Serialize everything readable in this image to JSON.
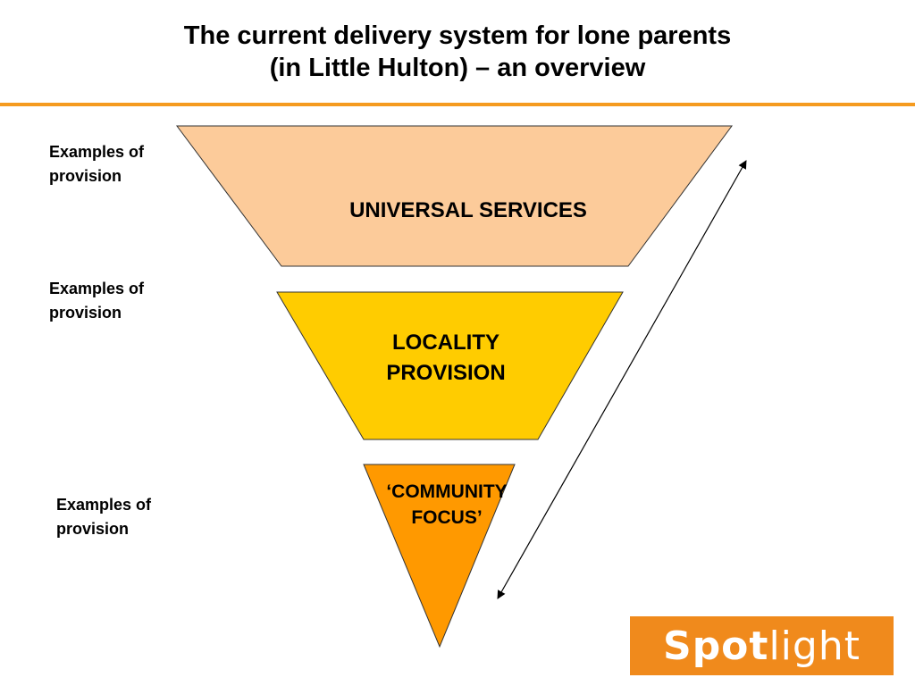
{
  "title": {
    "line1": "The current delivery system for lone parents",
    "line2": "(in Little Hulton) – an overview"
  },
  "side_labels": [
    {
      "line1": "Examples of",
      "line2": "provision"
    },
    {
      "line1": "Examples of",
      "line2": "provision"
    },
    {
      "line1": "Examples of",
      "line2": "provision"
    }
  ],
  "tiers": [
    {
      "line1": "UNIVERSAL SERVICES",
      "color": "#FCCB9A"
    },
    {
      "line1": "LOCALITY",
      "line2": "PROVISION",
      "color": "#FFCC00"
    },
    {
      "line1": "‘COMMUNITY",
      "line2": "FOCUS’",
      "color": "#FF9900"
    }
  ],
  "colors": {
    "accent_rule": "#F59B1F",
    "logo_bg": "#F08A1C"
  },
  "logo": {
    "bold_part": "Spot",
    "light_part": "light"
  }
}
